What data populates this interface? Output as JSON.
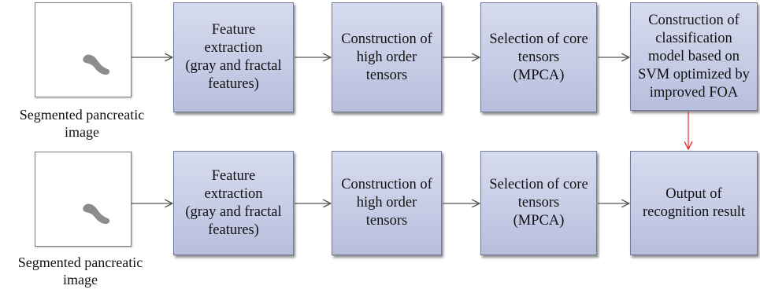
{
  "rows": [
    {
      "image_caption": "Segmented pancreatic\nimage",
      "steps": [
        "Feature\nextraction\n(gray and fractal\nfeatures)",
        "Construction of\nhigh order\ntensors",
        "Selection of core\ntensors\n(MPCA)",
        "Construction of\nclassification\nmodel based on\nSVM optimized by\nimproved FOA"
      ]
    },
    {
      "image_caption": "Segmented pancreatic\nimage",
      "steps": [
        "Feature\nextraction\n(gray and fractal\nfeatures)",
        "Construction of\nhigh order\ntensors",
        "Selection of core\ntensors\n(MPCA)",
        "Output of\nrecognition result"
      ]
    }
  ],
  "colors": {
    "box_fill": "#c5cbe5",
    "box_border": "#6f7896",
    "flow_arrow": "#555555",
    "model_arrow": "#e8262a",
    "pancreas": "#8c8c8c"
  }
}
